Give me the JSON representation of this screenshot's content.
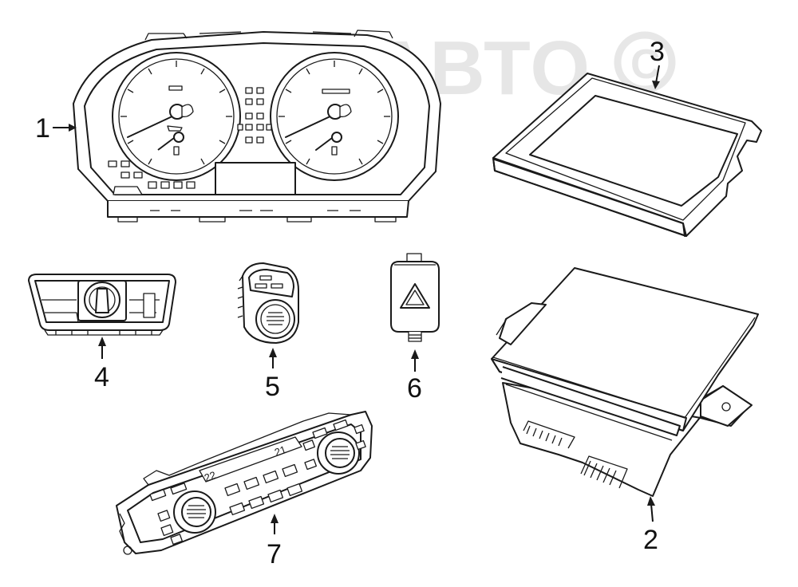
{
  "watermark": {
    "text": "ААГ БАВТО",
    "color": "#d3d3d3"
  },
  "callouts": [
    {
      "id": "1",
      "label": "1"
    },
    {
      "id": "2",
      "label": "2"
    },
    {
      "id": "3",
      "label": "3"
    },
    {
      "id": "4",
      "label": "4"
    },
    {
      "id": "5",
      "label": "5"
    },
    {
      "id": "6",
      "label": "6"
    },
    {
      "id": "7",
      "label": "7"
    }
  ],
  "parts": {
    "cluster": {
      "lcd_left": "22",
      "lcd_right": "21"
    }
  },
  "colors": {
    "line": "#1a1a1a",
    "background": "#ffffff"
  }
}
